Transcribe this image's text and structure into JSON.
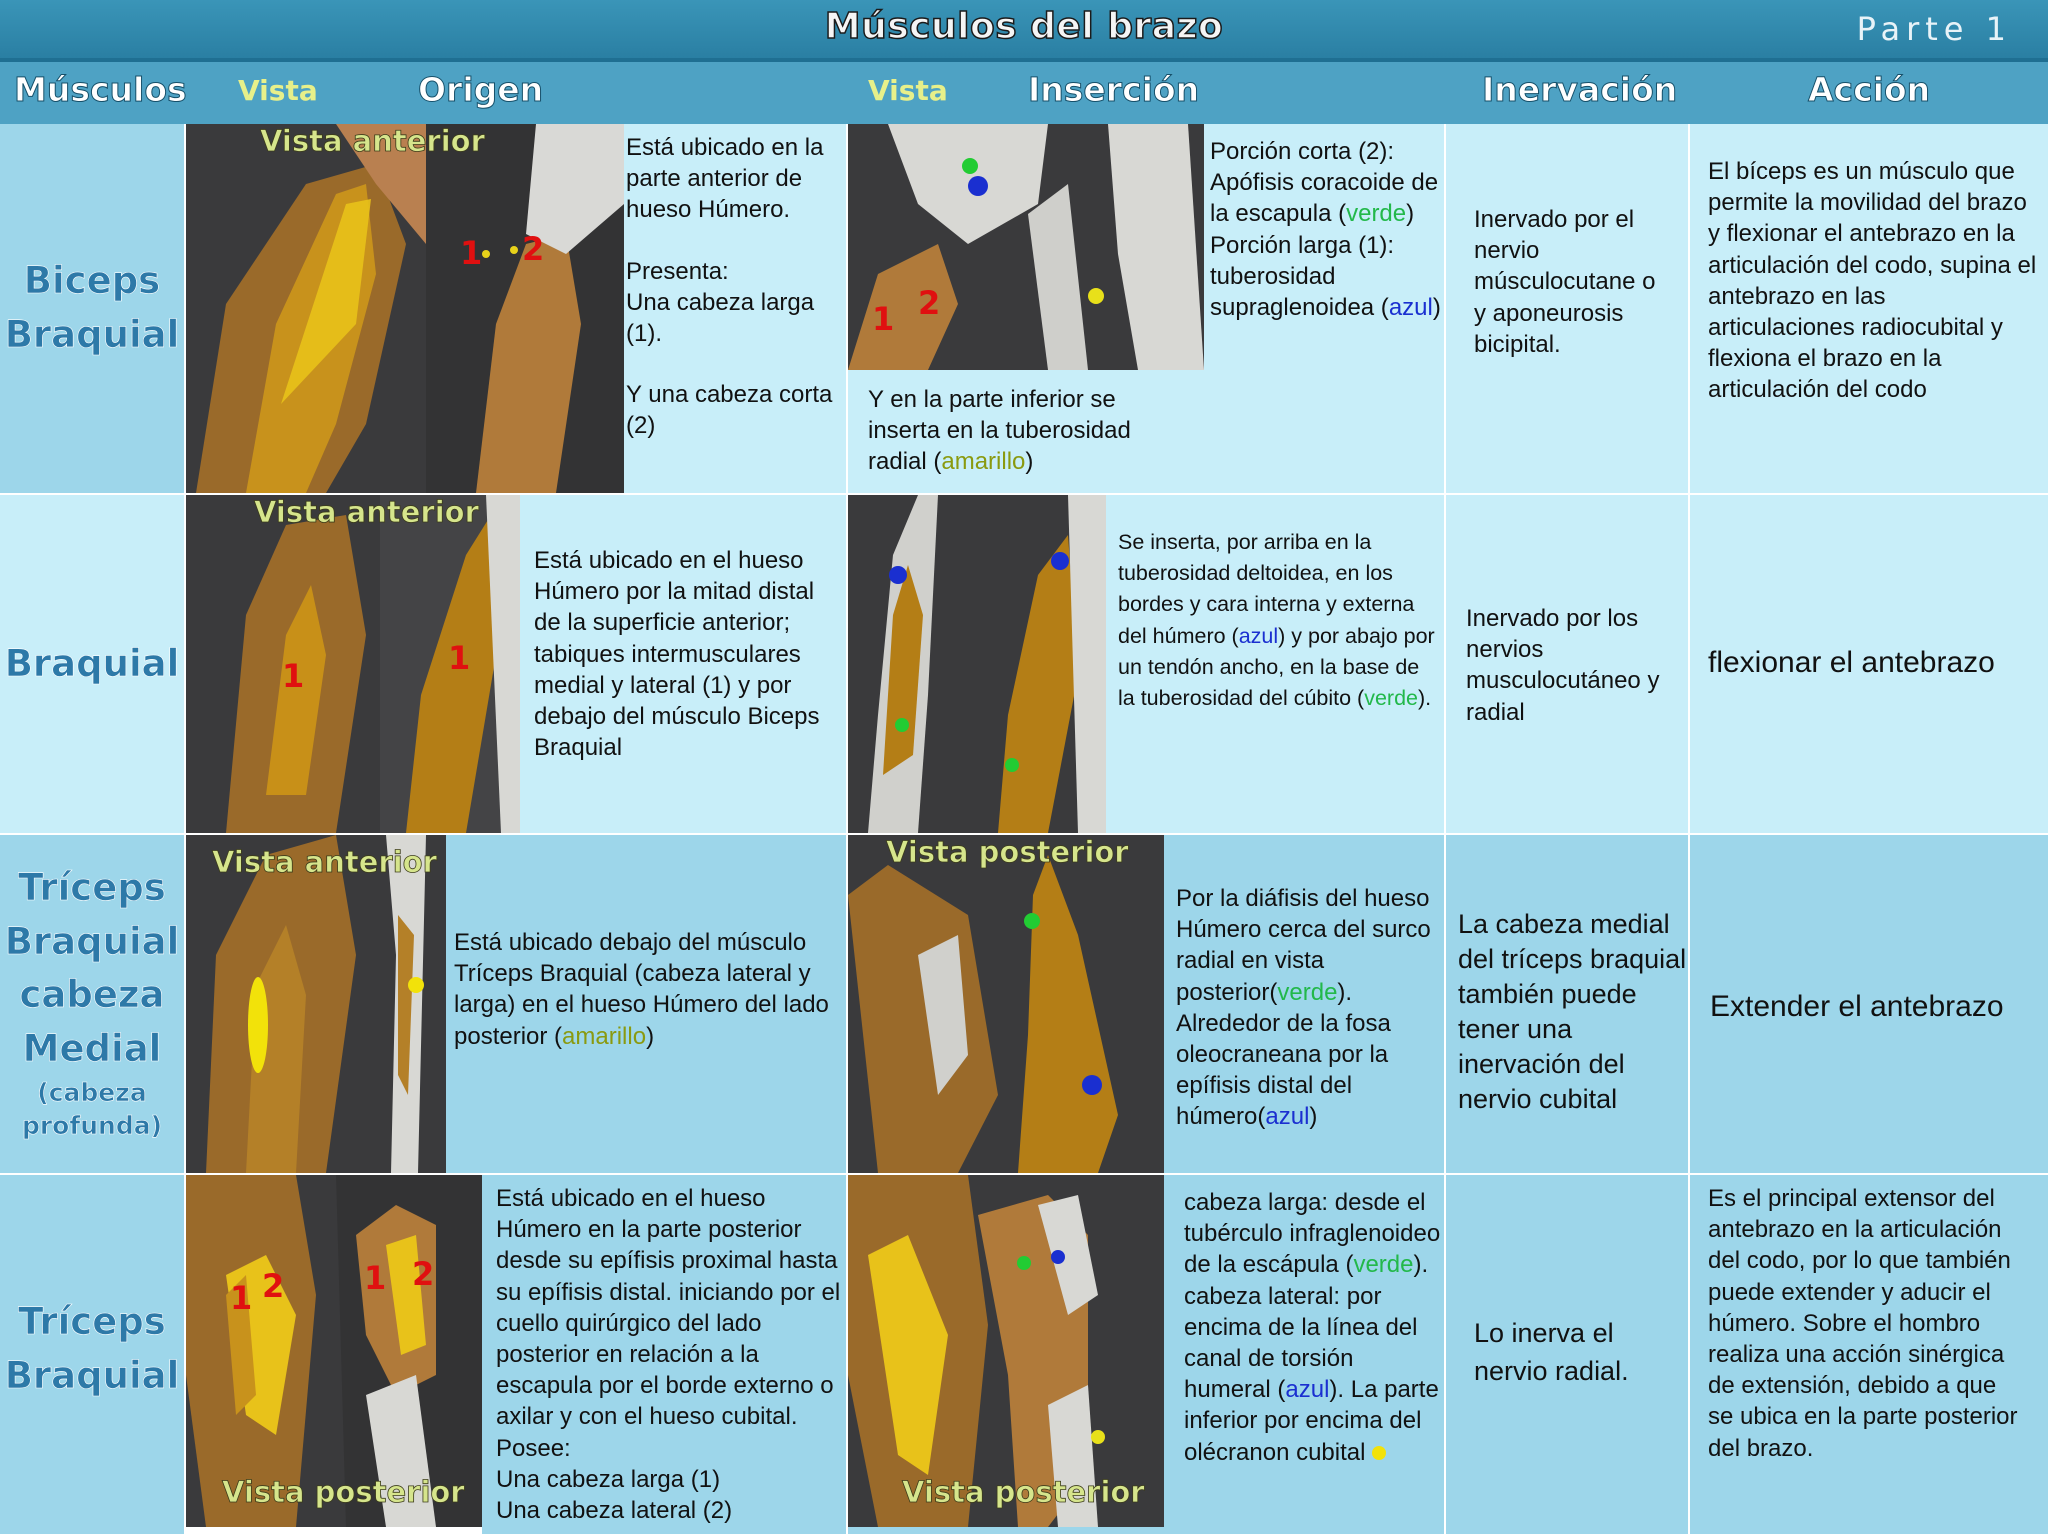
{
  "title": "Músculos del brazo",
  "part": "Parte 1",
  "headers": {
    "muscles": "Músculos",
    "view1": "Vista",
    "origin": "Origen",
    "view2": "Vista",
    "insertion": "Inserción",
    "innervation": "Inervación",
    "action": "Acción"
  },
  "rows": [
    {
      "name_line1": "Biceps",
      "name_line2": "Braquial",
      "origin_view_label": "Vista anterior",
      "origin_text": [
        "Está ubicado en la parte anterior de hueso Húmero.",
        "Presenta:",
        "Una cabeza larga (1).",
        "Y una cabeza corta",
        "(2)"
      ],
      "insertion_text": [
        "Porción corta (2): Apófisis coracoide de la escapula",
        "verde",
        "Porción larga (1): tuberosidad supraglenoidea",
        "azul"
      ],
      "insertion_bottom": [
        "Y en la parte inferior  se inserta en la tuberosidad radial (",
        "amarillo",
        ")"
      ],
      "innervation": "Inervado por el nervio músculocutane o y aponeurosis bicipital.",
      "action": "El bíceps es un músculo que permite la movilidad del brazo y flexionar el antebrazo en la articulación del codo, supina el antebrazo en las articulaciones radiocubital y flexiona el brazo  en la articulación del codo",
      "numbers": [
        "1",
        "2",
        "1",
        "2"
      ]
    },
    {
      "name": "Braquial",
      "origin_view_label": "Vista anterior",
      "origin_text": "Está ubicado en el hueso Húmero por la mitad distal de la superficie anterior; tabiques intermusculares medial y lateral (1) y por debajo del músculo Biceps Braquial",
      "insertion_text": [
        "Se inserta, por arriba en la tuberosidad deltoidea, en los bordes y cara interna y externa del húmero (",
        "azul",
        ") y por abajo por un tendón ancho, en la base de la tuberosidad del cúbito (",
        "verde",
        ")."
      ],
      "innervation": "Inervado por los nervios musculocutáneo y radial",
      "action": "flexionar el antebrazo",
      "numbers": [
        "1",
        "1"
      ]
    },
    {
      "name_lines": [
        "Tríceps",
        "Braquial",
        "cabeza",
        "Medial"
      ],
      "name_small": [
        "(cabeza",
        "profunda)"
      ],
      "origin_view_label": "Vista anterior",
      "origin_text": [
        "Está ubicado debajo del músculo Tríceps Braquial (cabeza lateral y larga) en el hueso Húmero del lado posterior (",
        "amarillo",
        ")"
      ],
      "insertion_view_label": "Vista posterior",
      "insertion_text": [
        "Por la diáfisis del hueso Húmero cerca del surco radial en vista posterior(",
        "verde",
        "). Alrededor de la fosa oleocraneana por la epífisis distal del húmero(",
        "azul",
        ")"
      ],
      "innervation": "La cabeza medial del tríceps braquial también puede tener una inervación del nervio cubital",
      "action": "Extender el antebrazo"
    },
    {
      "name_line1": "Tríceps",
      "name_line2": "Braquial",
      "origin_view_label": "Vista posterior",
      "origin_text": [
        "Está ubicado en el hueso Húmero en la parte posterior desde su epífisis proximal hasta su epífisis distal. iniciando por el cuello quirúrgico del lado posterior en relación a la escapula por el borde externo o axilar y con el hueso cubital. Posee:",
        "Una cabeza larga (1)",
        "Una cabeza lateral (2)"
      ],
      "insertion_view_label": "Vista posterior",
      "insertion_text": [
        "cabeza larga: desde el tubérculo infraglenoideo de la escápula (",
        "verde",
        ").",
        "cabeza lateral: por encima de la línea del canal de torsión humeral (",
        "azul",
        ").",
        "La parte inferior por encima del olécranon cubital"
      ],
      "innervation": "Lo inerva el nervio radial.",
      "action": "Es el principal extensor del antebrazo en la articulación del codo, por lo que también puede extender y aducir el húmero. Sobre el hombro realiza una acción sinérgica de extensión, debido a que se ubica en la parte posterior del brazo.",
      "numbers": [
        "1",
        "2",
        "1",
        "2"
      ]
    }
  ],
  "colors": {
    "header": "#4ea2c4",
    "dark_cell": "#9dd6ea",
    "light_cell": "#c8eef9",
    "muscle_fill": "#b07a1c",
    "highlight": "#e8c21a"
  }
}
